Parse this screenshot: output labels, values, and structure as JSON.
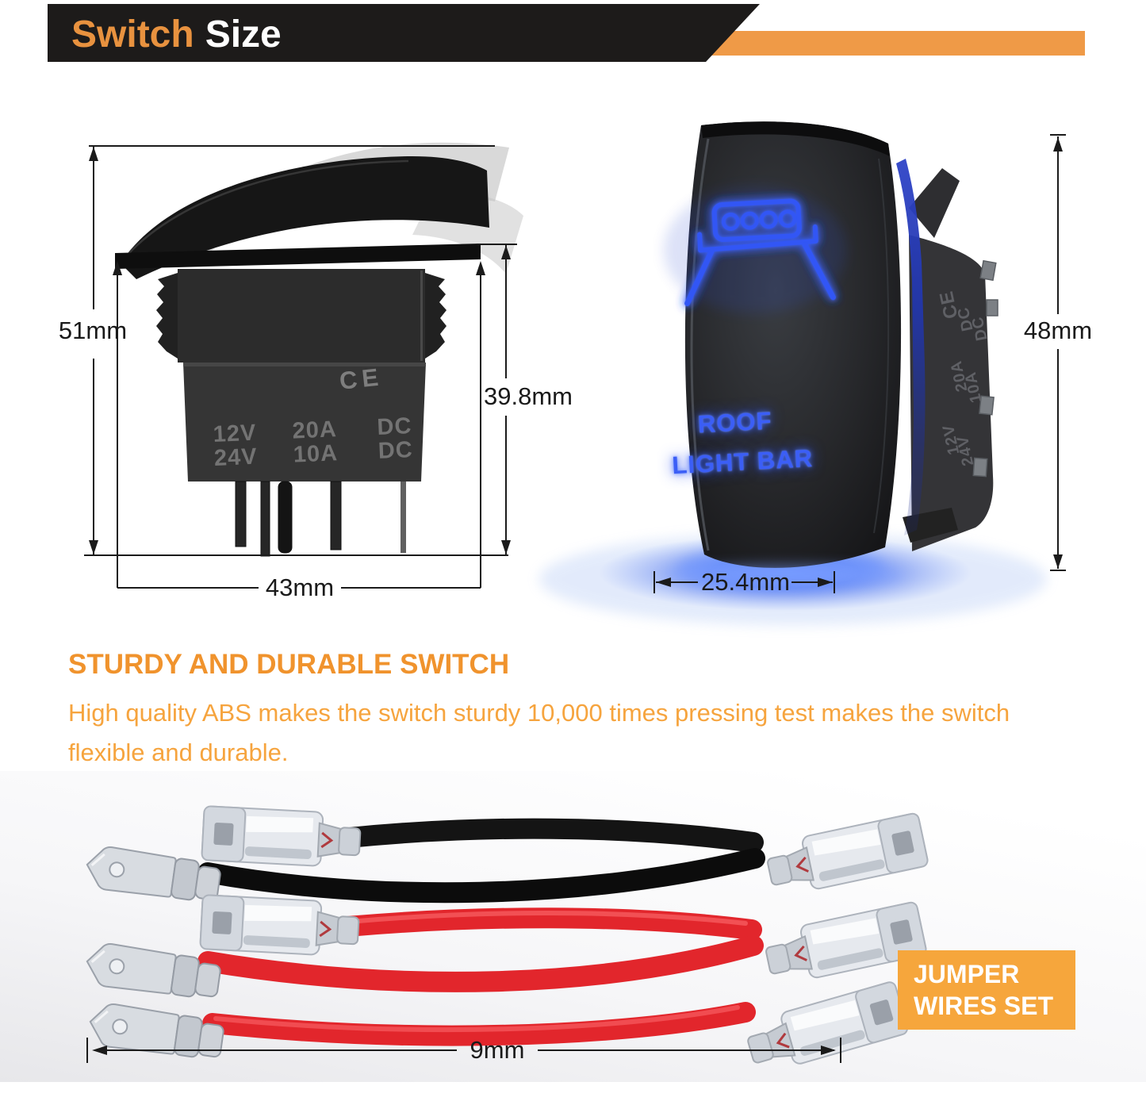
{
  "banner": {
    "title_accent": "Switch",
    "title_rest": "Size"
  },
  "size_diagram": {
    "left_switch": {
      "dim_total_height": "51mm",
      "dim_body_height": "39.8mm",
      "dim_body_width": "43mm",
      "ce_mark": "CE",
      "ratings": [
        "12V",
        "24V",
        "20A",
        "10A",
        "DC",
        "DC"
      ]
    },
    "right_switch": {
      "dim_height": "48mm",
      "dim_width": "25.4mm",
      "led_label_line1": "ROOF",
      "led_label_line2": "LIGHT BAR",
      "side_markings": [
        "CE",
        "DC",
        "DC",
        "20A",
        "10A",
        "12V",
        "24V"
      ]
    }
  },
  "feature": {
    "heading": "STURDY AND DURABLE SWITCH",
    "body": "High quality ABS makes the switch sturdy 10,000 times pressing test makes the switch flexible and durable."
  },
  "jumper_wires": {
    "label_line1": "JUMPER",
    "label_line2": "WIRES SET",
    "dim_length": "9mm",
    "wire_colors": [
      "black",
      "red",
      "red"
    ]
  },
  "colors": {
    "accent_orange": "#EF9A47",
    "heading_orange": "#F0932D",
    "body_orange": "#F6A43E",
    "banner_black": "#1D1B1A",
    "led_blue": "#3056F5",
    "wire_red": "#E2262C",
    "wire_black": "#141414"
  }
}
